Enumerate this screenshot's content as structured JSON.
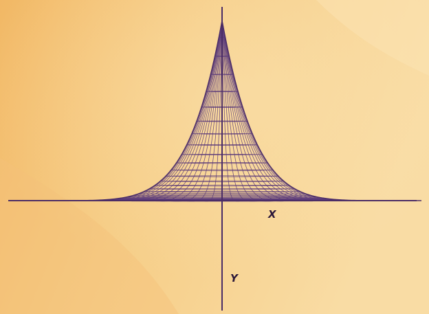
{
  "figure": {
    "x_axis_label": "X",
    "y_axis_label": "Y",
    "colors": {
      "background_light": "#f8d89a",
      "background_dark": "#f0b764",
      "mesh": "#5a3a7a",
      "axis": "#4a2c66",
      "label": "#2a1638"
    },
    "surface": {
      "shape": "cusped tractrix-like surface of revolution (pseudosphere profile) seen edge-on",
      "meridian_count": 30,
      "parallel_count": 36
    }
  }
}
